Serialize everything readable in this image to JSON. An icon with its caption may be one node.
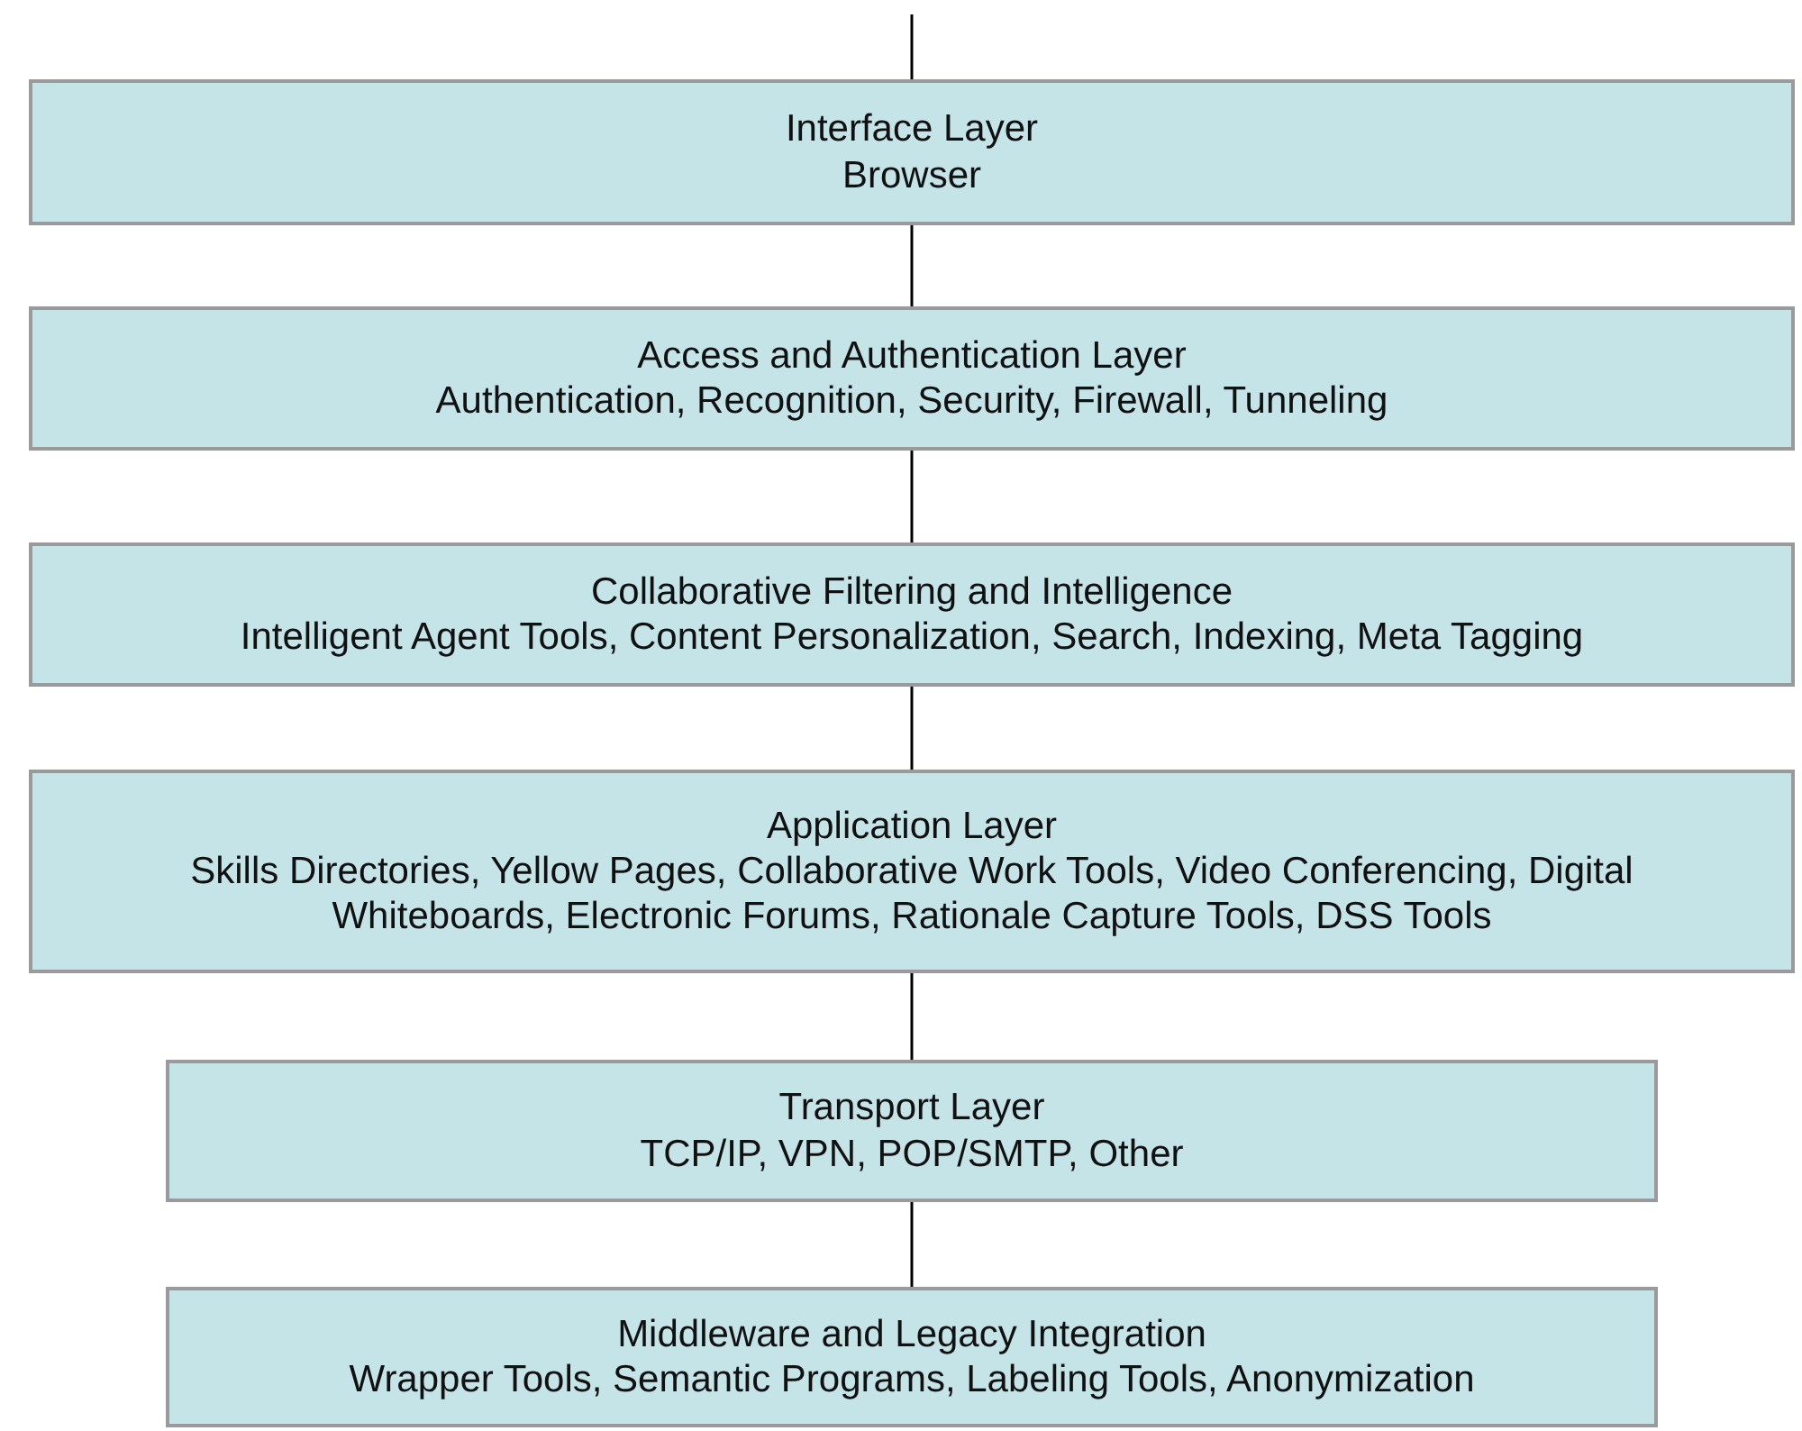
{
  "diagram": {
    "nodes": [
      {
        "text": [
          "Interface Layer",
          "Browser"
        ]
      },
      {
        "text": [
          "Access and Authentication Layer",
          "Authentication, Recognition, Security, Firewall, Tunneling"
        ]
      },
      {
        "text": [
          "Collaborative Filtering and Intelligence",
          "Intelligent Agent Tools, Content Personalization, Search, Indexing, Meta Tagging"
        ]
      },
      {
        "text": [
          "Application Layer",
          "Skills Directories, Yellow Pages, Collaborative Work Tools, Video Conferencing, Digital Whiteboards, Electronic Forums, Rationale Capture Tools, DSS Tools"
        ]
      },
      {
        "text": [
          "Transport Layer",
          "TCP/IP, VPN, POP/SMTP, Other"
        ]
      },
      {
        "text": [
          "Middleware and Legacy Integration",
          "Wrapper Tools, Semantic Programs, Labeling Tools, Anonymization"
        ]
      }
    ],
    "edges": [
      {
        "from": null,
        "to": 0,
        "arrow": "none"
      },
      {
        "from": 0,
        "to": 1,
        "arrow": "none"
      },
      {
        "from": 1,
        "to": 2,
        "arrow": "none"
      },
      {
        "from": 2,
        "to": 3,
        "arrow": "none"
      },
      {
        "from": 3,
        "to": 4,
        "arrow": "none"
      },
      {
        "from": 4,
        "to": 5,
        "arrow": "none"
      }
    ]
  }
}
